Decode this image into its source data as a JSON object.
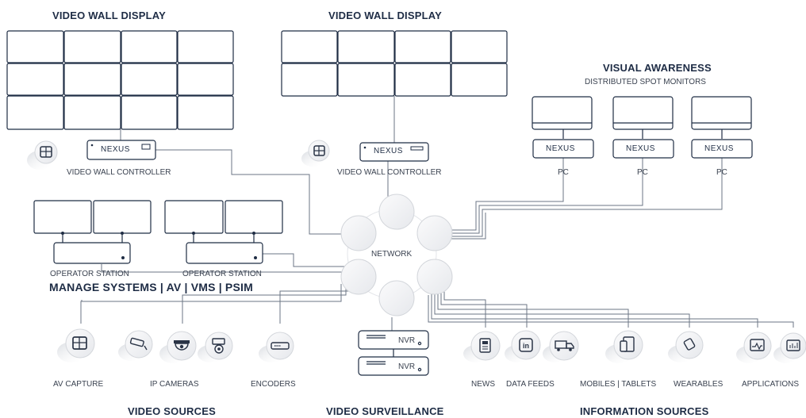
{
  "headings": {
    "wall1": "VIDEO WALL DISPLAY",
    "wall2": "VIDEO WALL DISPLAY",
    "visual_awareness": "VISUAL AWARENESS",
    "visual_awareness_sub": "DISTRIBUTED SPOT MONITORS",
    "manage": "MANAGE SYSTEMS | AV | VMS | PSIM",
    "video_sources": "VIDEO SOURCES",
    "video_surveillance": "VIDEO SURVEILLANCE",
    "information_sources": "INFORMATION SOURCES"
  },
  "controllers": {
    "left_label": "VIDEO WALL CONTROLLER",
    "mid_label": "VIDEO WALL CONTROLLER"
  },
  "brand": {
    "logo": "NEXUS"
  },
  "spot_pcs": [
    "PC",
    "PC",
    "PC"
  ],
  "operator_stations": [
    "OPERATOR STATION",
    "OPERATOR STATION"
  ],
  "network": {
    "label": "NETWORK"
  },
  "nvr": [
    "NVR",
    "NVR"
  ],
  "sources": {
    "av_capture": "AV CAPTURE",
    "ip_cameras": "IP CAMERAS",
    "encoders": "ENCODERS",
    "news": "NEWS",
    "data_feeds": "DATA FEEDS",
    "mobiles_tablets": "MOBILES | TABLETS",
    "wearables": "WEARABLES",
    "applications": "APPLICATIONS"
  },
  "icons": [
    "touch-grid-icon",
    "cctv-camera-icon",
    "dome-camera-icon",
    "ptz-camera-icon",
    "encoder-icon",
    "news-icon",
    "linkedin-icon",
    "truck-icon",
    "mobile-tablet-icon",
    "wearable-icon",
    "app-window-icon",
    "chart-app-icon"
  ],
  "colors": {
    "line": "#4a5566",
    "heading": "#1e2c45",
    "shadow": "#e2e4e8"
  }
}
